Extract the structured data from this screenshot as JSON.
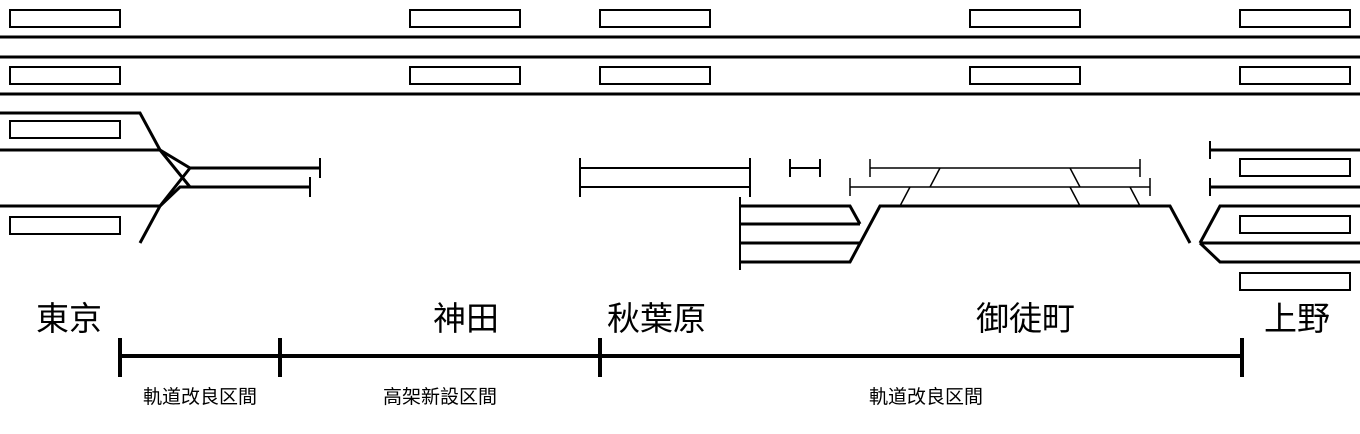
{
  "stations": {
    "tokyo": "東京",
    "kanda": "神田",
    "akihabara": "秋葉原",
    "okachimachi": "御徒町",
    "ueno": "上野"
  },
  "sections": {
    "tokyo_kanda": "軌道改良区間",
    "kanda_akihabara": "高架新設区間",
    "akihabara_ueno": "軌道改良区間"
  }
}
